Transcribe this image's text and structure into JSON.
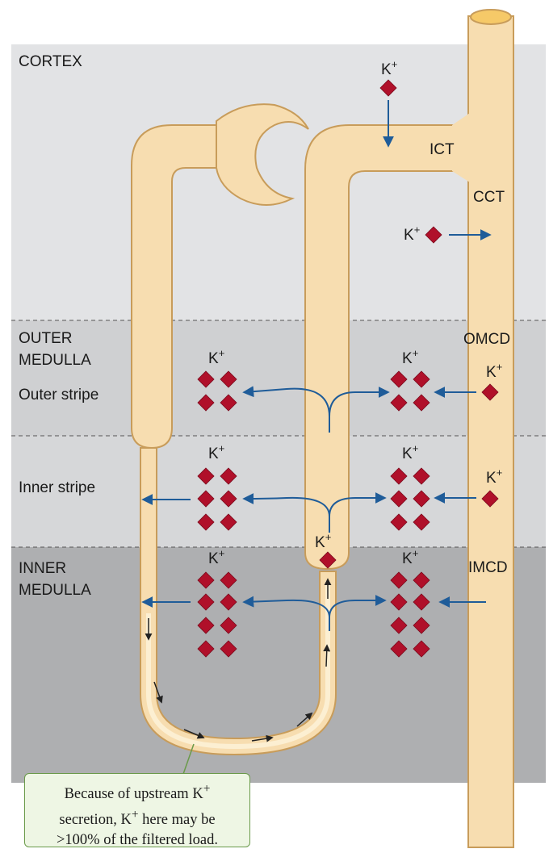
{
  "zones": {
    "cortex": "CORTEX",
    "outer_medulla": [
      "OUTER",
      "MEDULLA"
    ],
    "outer_stripe": "Outer stripe",
    "inner_stripe": "Inner stripe",
    "inner_medulla": [
      "INNER",
      "MEDULLA"
    ]
  },
  "segments": {
    "ict": "ICT",
    "cct": "CCT",
    "omcd": "OMCD",
    "imcd": "IMCD"
  },
  "ion": {
    "base": "K",
    "charge": "+"
  },
  "note": {
    "lines": [
      "Because of upstream K+",
      "secretion, K+ here may be",
      ">100% of the filtered load."
    ]
  },
  "colors": {
    "cortex_band": "#e2e3e5",
    "outer_medulla_band": "#cfd0d2",
    "inner_stripe_band": "#d9dadc",
    "inner_medulla_band": "#aeafb1",
    "tubule_fill": "#f7ddb0",
    "tubule_outline": "#c89c5a",
    "tubule_highlight": "#fcefd2",
    "ion_fill": "#b0102a",
    "arrow": "#1f5c99",
    "note_border": "#6a9a4a",
    "note_fill": "#eef6e4"
  }
}
